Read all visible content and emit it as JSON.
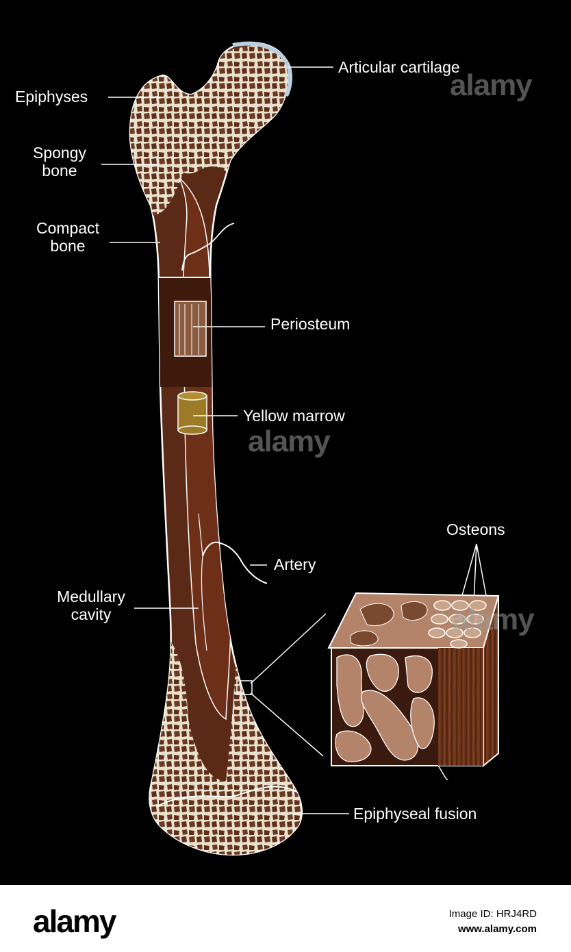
{
  "labels": {
    "articular_cartilage": "Articular cartilage",
    "epiphyses": "Epiphyses",
    "spongy_bone_1": "Spongy",
    "spongy_bone_2": "bone",
    "compact_bone_1": "Compact",
    "compact_bone_2": "bone",
    "periosteum": "Periosteum",
    "yellow_marrow": "Yellow marrow",
    "osteons": "Osteons",
    "artery": "Artery",
    "medullary_cavity_1": "Medullary",
    "medullary_cavity_2": "cavity",
    "epiphyseal_fusion": "Epiphyseal fusion"
  },
  "watermark": {
    "brand": "alamy",
    "image_id": "Image ID: HRJ4RD",
    "url": "www.alamy.com"
  },
  "colors": {
    "background": "#000000",
    "bone_brown": "#5a2a17",
    "bone_dark": "#3e1a0c",
    "marrow_yellow": "#9c7a26",
    "osteon_tan": "#b4846a",
    "cartilage_blue": "#b9cfe0",
    "outline": "#ffffff"
  }
}
